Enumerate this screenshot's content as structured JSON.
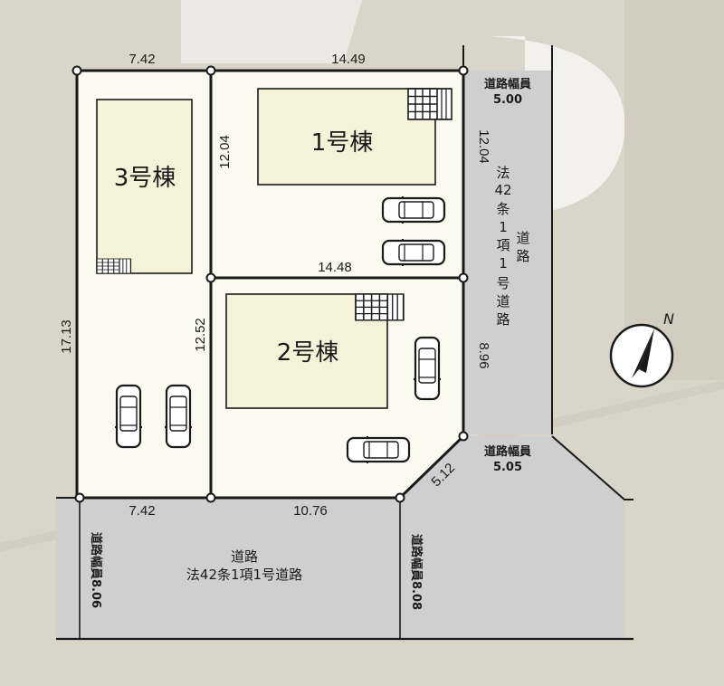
{
  "buildings": [
    {
      "id": "1",
      "label": "1号棟"
    },
    {
      "id": "2",
      "label": "2号棟"
    },
    {
      "id": "3",
      "label": "3号棟"
    }
  ],
  "dimensions": {
    "top_left": "7.42",
    "top_right": "14.49",
    "middle_divider": "14.48",
    "lot1_side": "12.04",
    "east_upper": "12.04",
    "east_lower": "8.96",
    "west": "17.13",
    "lot2_side": "12.52",
    "bottom_left": "7.42",
    "bottom_right": "10.76",
    "corner_cut": "5.12"
  },
  "roads": {
    "east_width_top": {
      "label": "道路幅員",
      "value": "5.00"
    },
    "east_width_bottom": {
      "label": "道路幅員",
      "value": "5.05"
    },
    "east_road_title": "道路",
    "east_road_class": [
      "法",
      "42",
      "条",
      "1",
      "項",
      "1",
      "号",
      "道",
      "路"
    ],
    "east_road_side": [
      "道",
      "路"
    ],
    "south_road_title": "道路",
    "south_road_class": "法42条1項1号道路",
    "south_width_left": "道路幅員8.06",
    "south_width_right": "道路幅員8.08"
  },
  "compass": {
    "label": "N"
  },
  "colors": {
    "lot_fill": "#fbfaf0",
    "building_fill": "#f4f3d9",
    "road_fill": "#cfcfcf",
    "line": "#1a1a1a",
    "background": "#d9d5c8"
  }
}
